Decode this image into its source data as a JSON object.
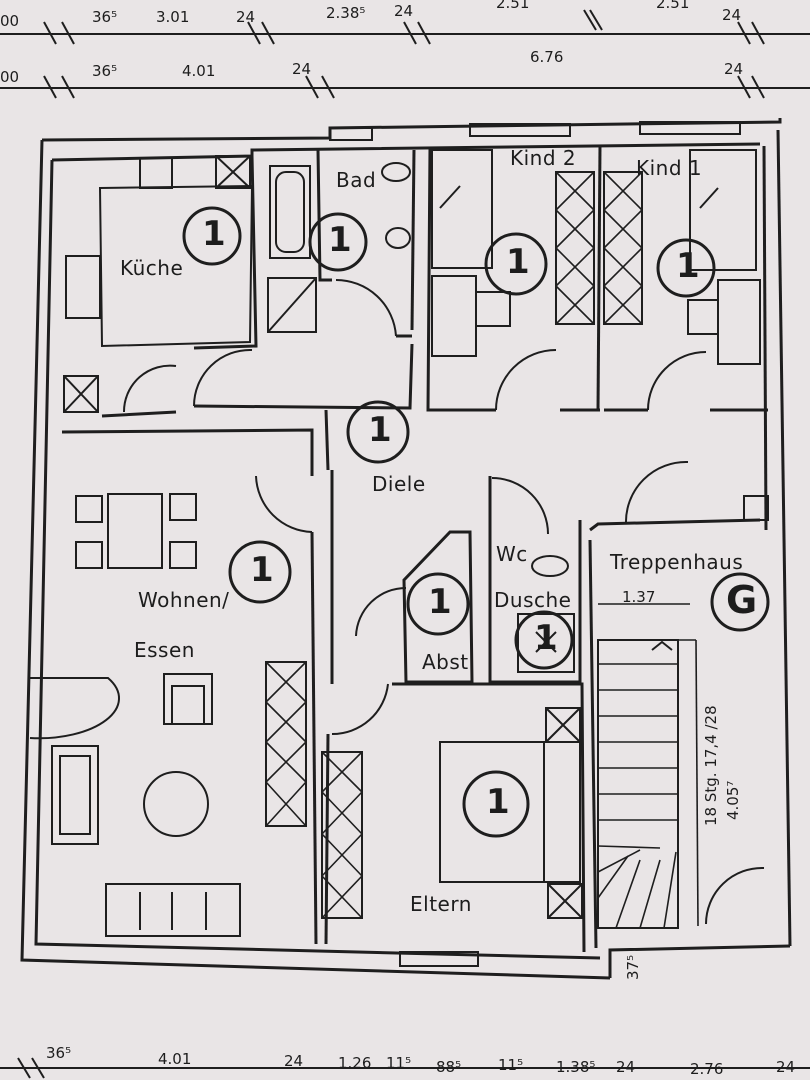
{
  "rooms": {
    "kueche": "Küche",
    "bad": "Bad",
    "kind2": "Kind 2",
    "kind1": "Kind 1",
    "diele": "Diele",
    "wohnen": "Wohnen/",
    "essen": "Essen",
    "wc": "Wc",
    "dusche": "Dusche",
    "abst": "Abst",
    "treppenhaus": "Treppenhaus",
    "eltern": "Eltern"
  },
  "unit_markers": {
    "number": "1",
    "stair_letter": "G"
  },
  "dimensions": {
    "top_row1": [
      "00",
      "36⁵",
      "3.01",
      "24",
      "2.38⁵",
      "24",
      "2.51",
      "2.51",
      "24"
    ],
    "top_row2": [
      "00",
      "36⁵",
      "4.01",
      "24",
      "6.76",
      "24"
    ],
    "bottom_row": [
      "36⁵",
      "4.01",
      "24",
      "1.26",
      "11⁵",
      "88⁵",
      "11⁵",
      "1.38⁵",
      "24",
      "2.76",
      "24"
    ],
    "stair_width": "1.37",
    "wall_small": "37⁵",
    "stair_info": "18 Stg. 17,4 /28",
    "stair_length": "4.05⁷"
  }
}
